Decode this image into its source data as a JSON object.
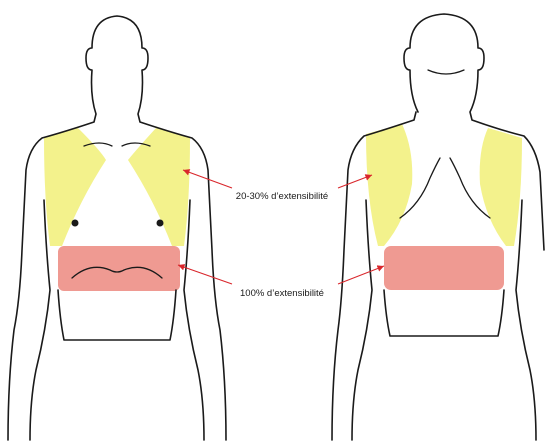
{
  "labels": {
    "upper_zone": "20-30% d’extensibilité",
    "lower_zone": "100% d’extensibilité"
  },
  "colors": {
    "upper_zone_fill": "#f3f28c",
    "lower_zone_fill": "#ef9a92",
    "arrow": "#d9262b",
    "outline": "#1a1a1a"
  },
  "figures": [
    "front-view",
    "back-view"
  ]
}
